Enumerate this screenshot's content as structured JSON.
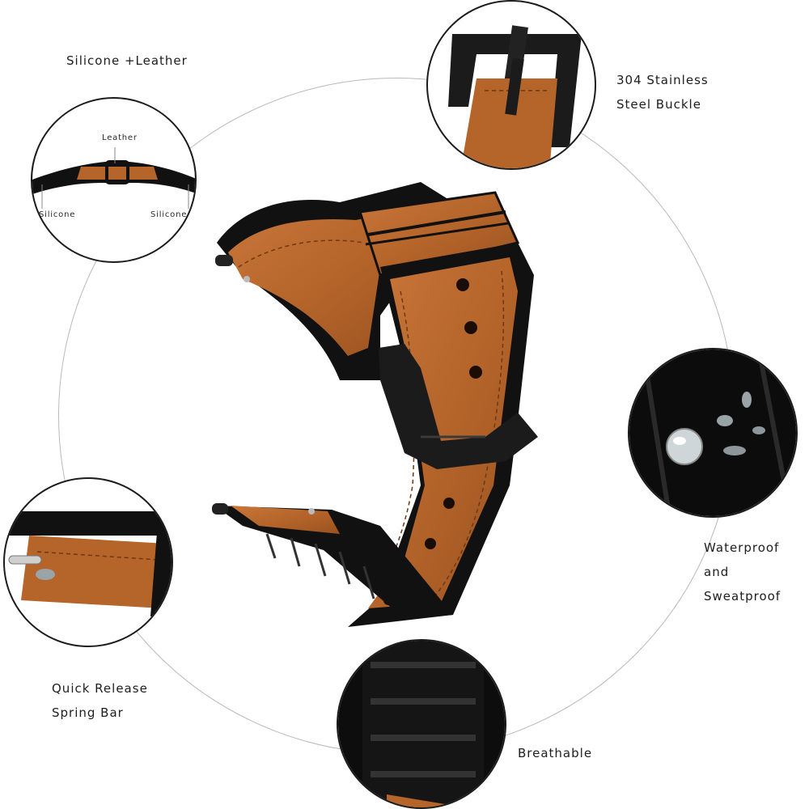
{
  "features": {
    "material": {
      "title": "Silicone +Leather",
      "leather_tag": "Leather",
      "silicone_left": "Silicone",
      "silicone_right": "Silicone"
    },
    "buckle": {
      "line1": "304 Stainless",
      "line2": "Steel Buckle"
    },
    "waterproof": {
      "line1": "Waterproof and",
      "line2": "Sweatproof"
    },
    "spring_bar": {
      "line1": "Quick Release",
      "line2": "Spring Bar"
    },
    "breathable": {
      "label": "Breathable"
    }
  },
  "colors": {
    "leather": "#b5652a",
    "leather_dark": "#8e4a1c",
    "silicone": "#111111",
    "buckle": "#1b1b1b",
    "ring": "#b9b9b9"
  },
  "icons": [
    "buckle-icon",
    "water-droplets-icon",
    "spring-bar-icon",
    "silicone-ribs-icon"
  ]
}
